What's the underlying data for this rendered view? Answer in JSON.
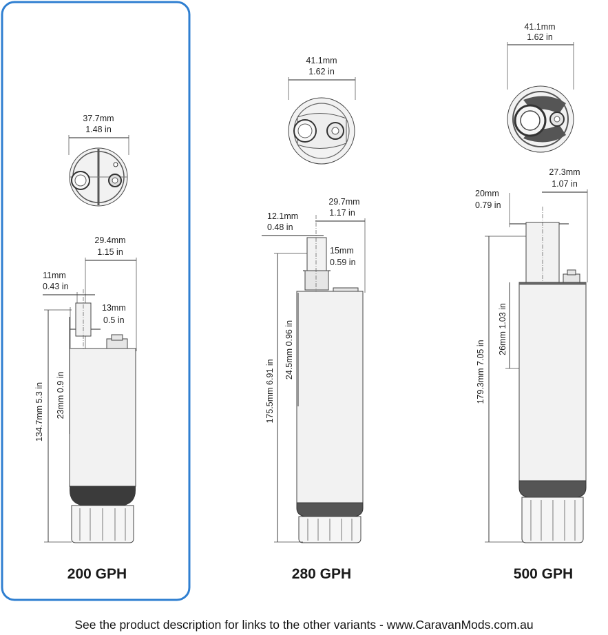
{
  "pumps": [
    {
      "model": "200 GPH",
      "diameter_mm": "37.7mm",
      "diameter_in": "1.48 in",
      "width_mm": "29.4mm",
      "width_in": "1.15 in",
      "outlet_mm": "11mm",
      "outlet_in": "0.43 in",
      "neck_mm": "13mm",
      "neck_in": "0.5 in",
      "height_label": "134.7mm 5.3 in",
      "offset_label": "23mm  0.9 in",
      "selected": true
    },
    {
      "model": "280 GPH",
      "diameter_mm": "41.1mm",
      "diameter_in": "1.62 in",
      "width_mm": "29.7mm",
      "width_in": "1.17 in",
      "outlet_mm": "12.1mm",
      "outlet_in": "0.48 in",
      "neck_mm": "15mm",
      "neck_in": "0.59 in",
      "height_label": "175.5mm 6.91 in",
      "offset_label": "24.5mm  0.96 in",
      "selected": false
    },
    {
      "model": "500 GPH",
      "diameter_mm": "41.1mm",
      "diameter_in": "1.62 in",
      "width_mm": "27.3mm",
      "width_in": "1.07 in",
      "outlet_mm": "20mm",
      "outlet_in": "0.79 in",
      "height_label": "179.3mm 7.05 in",
      "offset_label": "26mm  1.03 in",
      "selected": false
    }
  ],
  "footer": "See the product description for links to the other variants - www.CaravanMods.com.au",
  "highlight_color": "#2f7fd1"
}
